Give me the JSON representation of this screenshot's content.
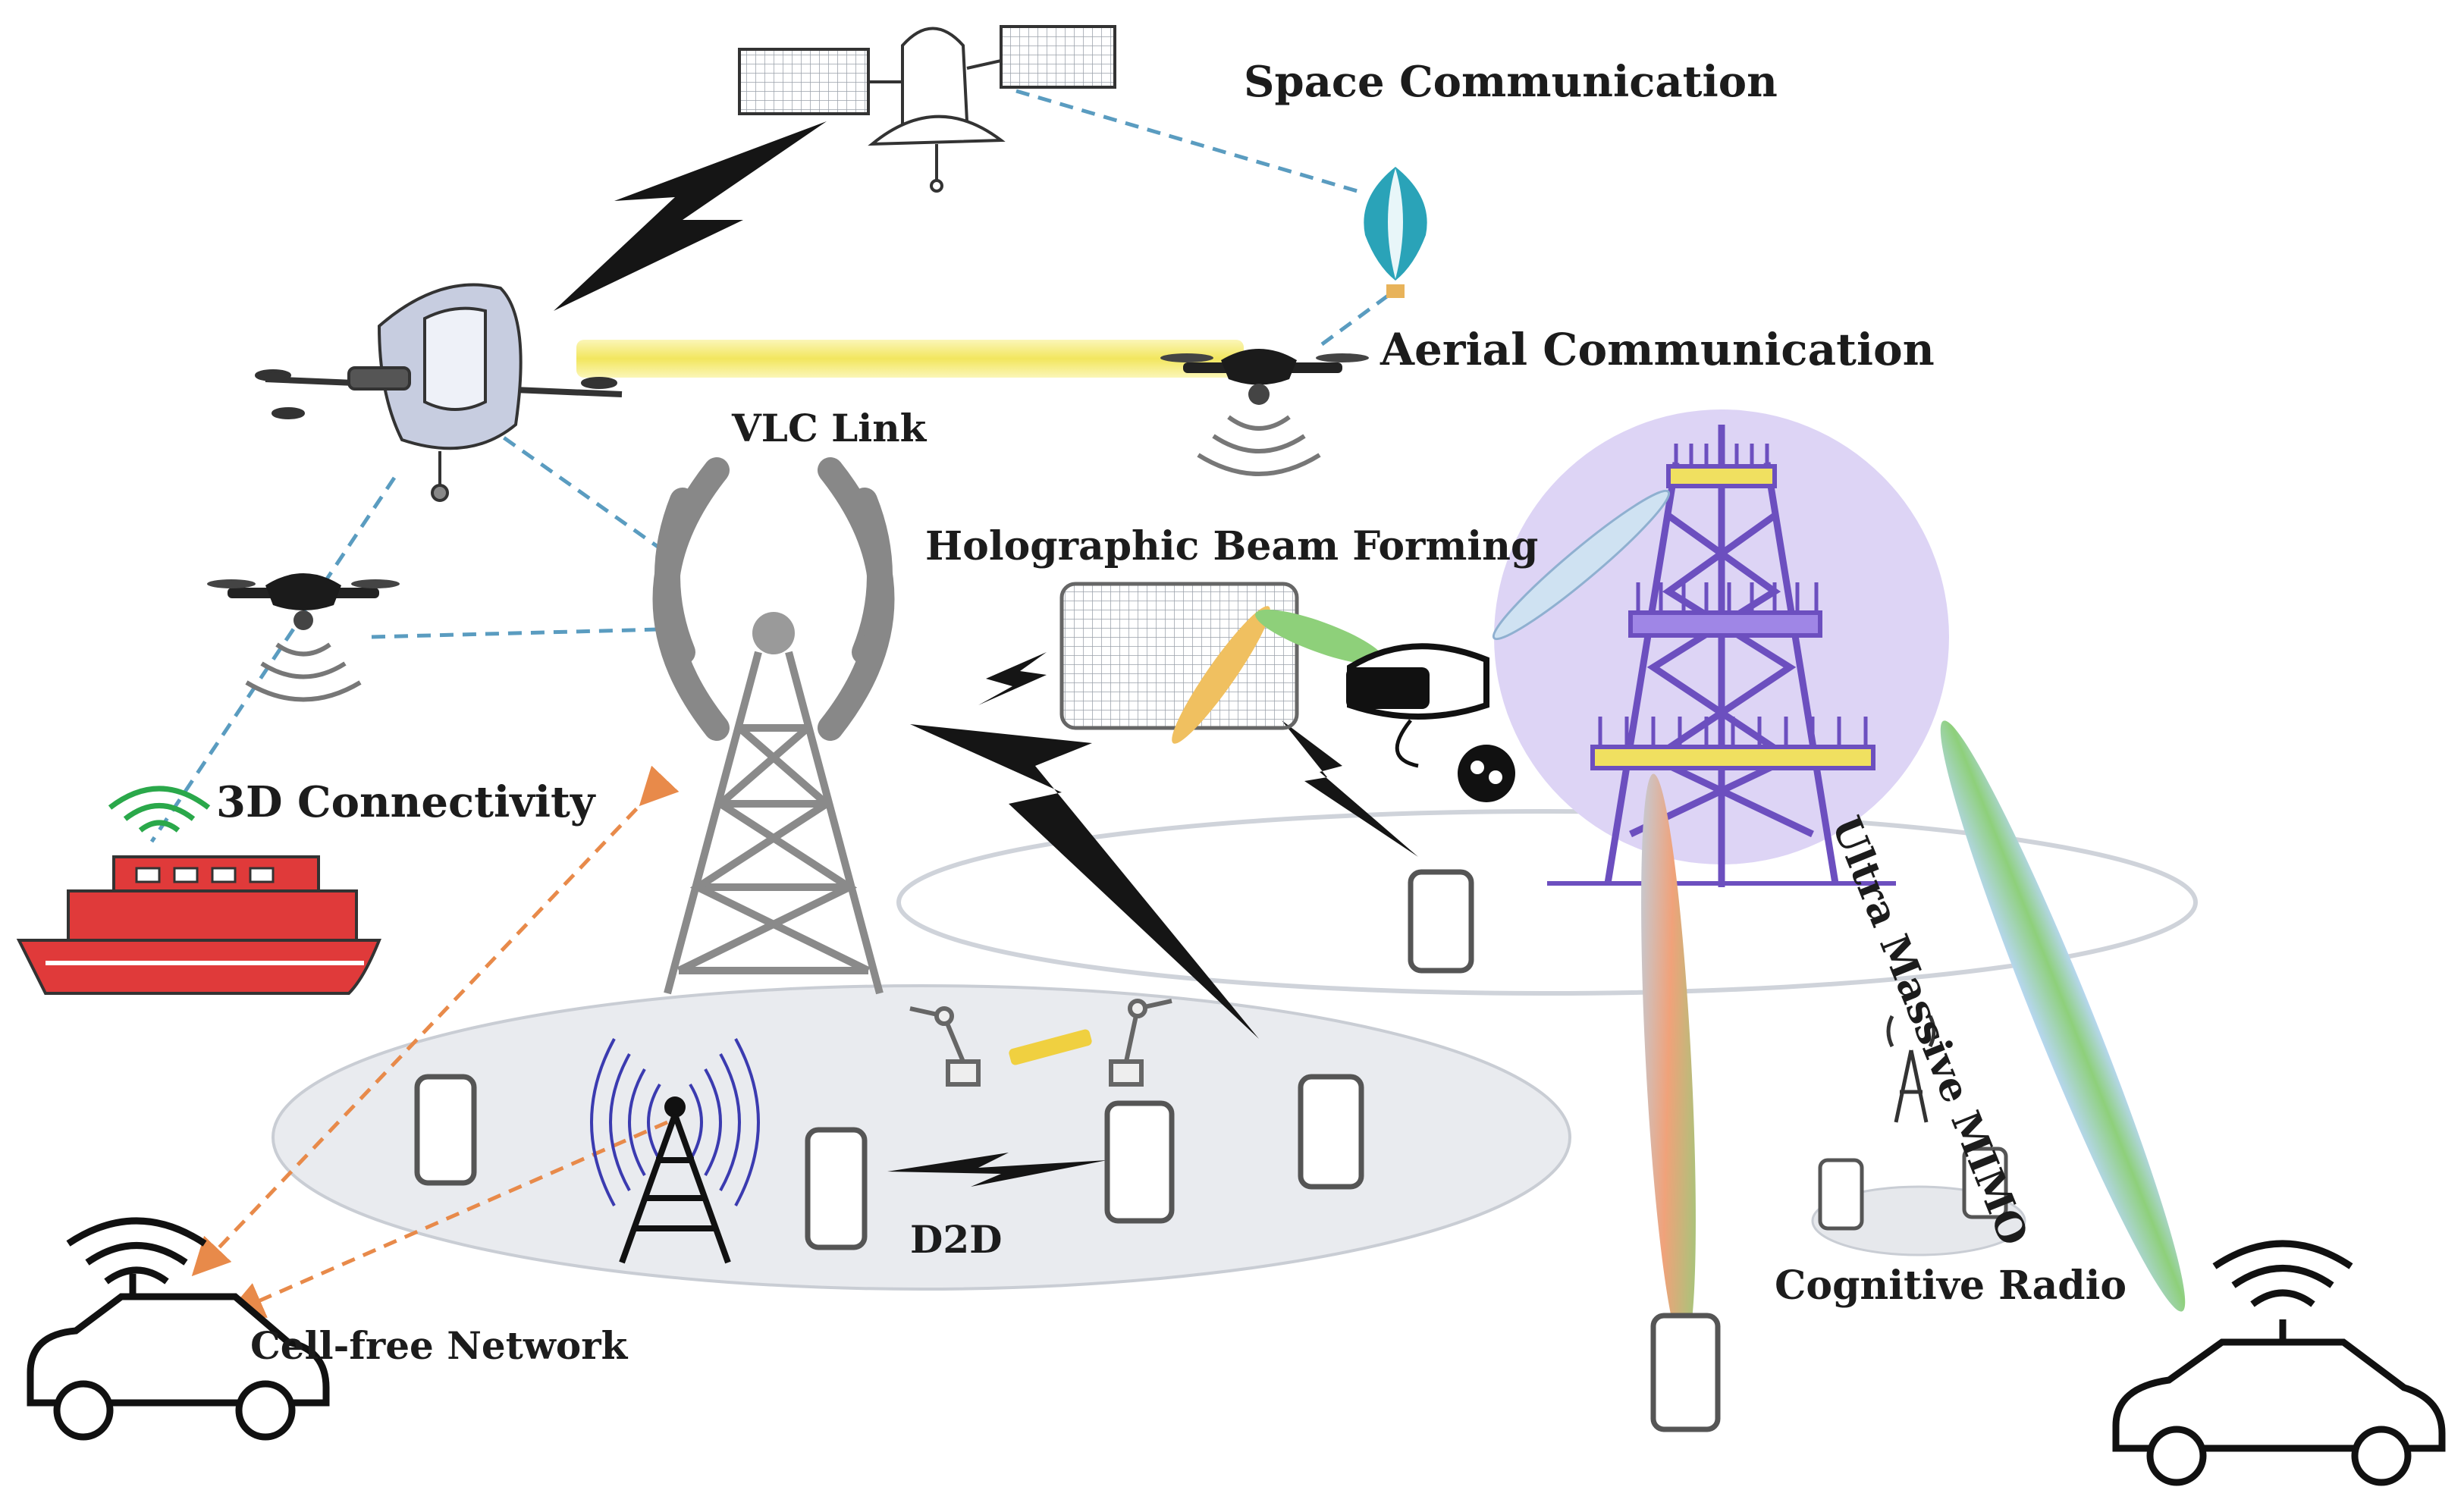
{
  "labels": {
    "space": "Space Communication",
    "aerial": "Aerial Communication",
    "vlc": "VLC Link",
    "holo": "Holographic Beam Forming",
    "connect3d": "3D Connectivity",
    "mimo": "Ultra Massive  MIMO",
    "d2d": "D2D",
    "cognitive": "Cognitive Radio",
    "cellfree": "Cell-free Network"
  },
  "colors": {
    "link_dashed": "#5a9cc0",
    "d2d_dashed": "#e88a4a",
    "vlc_beam": "#f5ec7a",
    "mimo_tower": "#6c4fbf",
    "mimo_bubble": "#ddd4f5",
    "ship_red": "#e03a3a",
    "wifi_green": "#2aa84a",
    "balloon_teal": "#2aa3b8",
    "cell_ellipse": "#e6e8ec"
  },
  "icons": [
    "satellite-icon",
    "hot-air-balloon-icon",
    "air-taxi-drone-icon",
    "quadcopter-drone-icon",
    "cell-tower-icon",
    "mimo-tower-icon",
    "holographic-panel-icon",
    "vr-headset-icon",
    "ship-icon",
    "car-icon",
    "smartphone-icon",
    "robot-arm-icon",
    "lightning-link-icon"
  ]
}
